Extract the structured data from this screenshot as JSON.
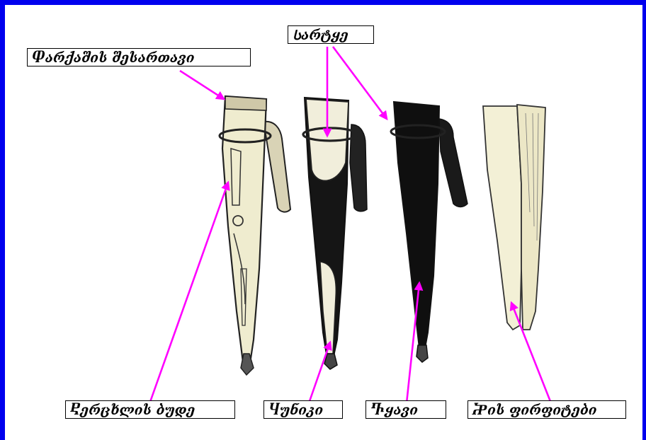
{
  "labels": {
    "top_left": "Ⴔარქაშის შესართავი",
    "top_center": "Სარტყე",
    "bottom_1": "Ⴒერცხლის ბუდე",
    "bottom_2": "Ⴗუნიკი",
    "bottom_3": "Ⴅყავი",
    "bottom_4": "Ⴟის ფირფიტები"
  },
  "colors": {
    "frame": "#0000ee",
    "arrow": "#ff00ff",
    "leather": "#111111",
    "metal": "#efeccf"
  }
}
